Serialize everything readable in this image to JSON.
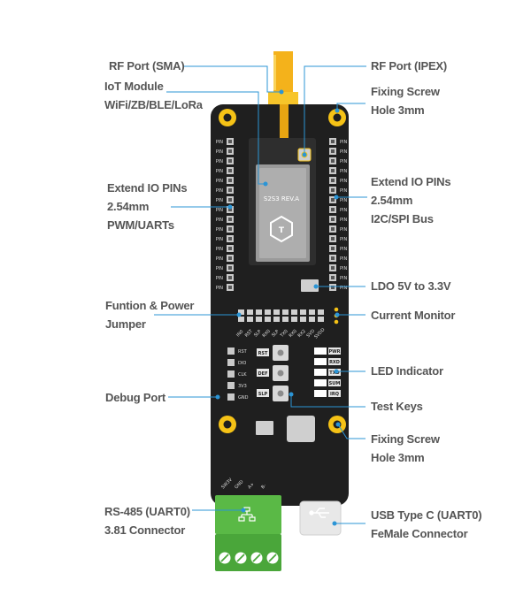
{
  "colors": {
    "pcb": "#1f1f1f",
    "callout": "#2b95d6",
    "gold": "#f5c216",
    "terminal": "#5ab946",
    "text": "#555555"
  },
  "labels": {
    "rf_sma": "RF Port (SMA)",
    "iot_module": [
      "IoT Module",
      "WiFi/ZB/BLE/LoRa"
    ],
    "extend_left": [
      "Extend IO PINs",
      "2.54mm",
      "PWM/UARTs"
    ],
    "function_jumper": [
      "Funtion & Power",
      "Jumper"
    ],
    "debug_port": "Debug Port",
    "rs485": [
      "RS-485 (UART0)",
      "3.81 Connector"
    ],
    "rf_ipex": "RF Port (IPEX)",
    "fixing_top": [
      "Fixing Screw",
      "Hole 3mm"
    ],
    "extend_right": [
      "Extend IO PINs",
      "2.54mm",
      "I2C/SPI Bus"
    ],
    "ldo": "LDO 5V to 3.3V",
    "current_monitor": "Current Monitor",
    "led_indicator": "LED Indicator",
    "test_keys": "Test Keys",
    "fixing_bottom": [
      "Fixing Screw",
      "Hole 3mm"
    ],
    "usb": [
      "USB Type C (UART0)",
      "FeMale Connector"
    ]
  },
  "board": {
    "module_marking": "S2S3 REV.A",
    "pin_label": "PIN",
    "jumper_pins": [
      "IN0",
      "RST",
      "SLP",
      "RX0",
      "SLP",
      "TX0",
      "RX0",
      "RX2",
      "SVD",
      "SVDD"
    ],
    "debug_pins": [
      "RST",
      "DIO",
      "CLK",
      "3V3",
      "GND"
    ],
    "key_labels": [
      "RST",
      "DEF",
      "SLP"
    ],
    "led_labels": [
      "PWR",
      "RXD",
      "TXD",
      "SUM",
      "IRQ"
    ],
    "terminal_labels": [
      "SW3V",
      "GND",
      "A+",
      "B-"
    ]
  }
}
